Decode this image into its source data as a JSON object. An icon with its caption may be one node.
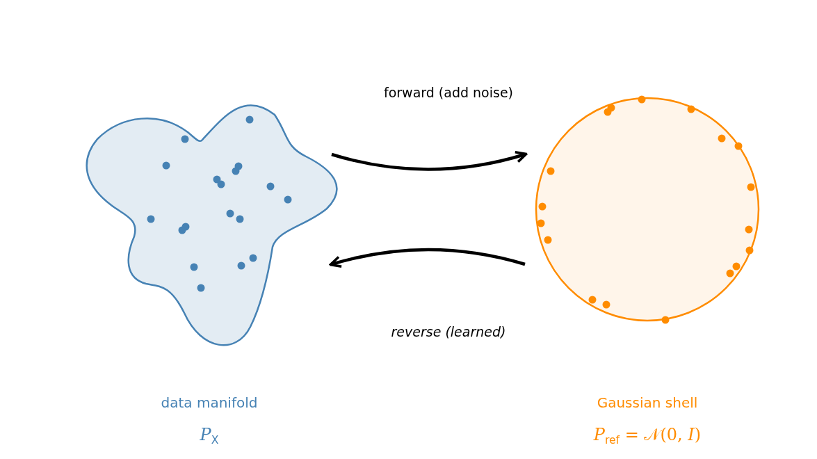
{
  "diagram": {
    "nodes": [
      {
        "text": [],
        "shape": "cloud",
        "beside": [
          "data manifold",
          "*P*$_{X}$"
        ]
      },
      {
        "text": [],
        "shape": "circle",
        "beside": [
          "Gaussian shell",
          "*P*$_{ref}$ = 𝒩(0, *I*)"
        ]
      }
    ],
    "edges": [
      {
        "from": 0,
        "to": 1,
        "arrow": "to",
        "label": "forward (add noise)"
      },
      {
        "from": 1,
        "to": 0,
        "arrow": "to",
        "label": "reverse (learned)"
      }
    ]
  }
}
